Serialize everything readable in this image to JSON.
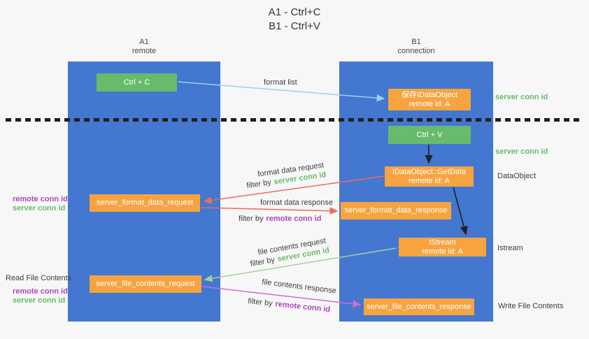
{
  "title": {
    "line1": "A1 - Ctrl+C",
    "line2": "B1 - Ctrl+V"
  },
  "lanes": {
    "a1": {
      "name": "A1",
      "sub": "remote"
    },
    "b1": {
      "name": "B1",
      "sub": "connection"
    }
  },
  "nodes": {
    "ctrl_c": {
      "label": "Ctrl + C"
    },
    "ctrl_v": {
      "label": "Ctrl + V"
    },
    "save_obj": {
      "line1": "保存IDataObject",
      "line2": "remote id: A"
    },
    "getdata": {
      "line1": "IDataObject::GetData",
      "line2": "remote id: A"
    },
    "istream": {
      "line1": "IStream",
      "line2": "remote id: A"
    },
    "format_request": {
      "label": "server_format_data_request"
    },
    "format_response": {
      "label": "server_format_data_response"
    },
    "file_request": {
      "label": "server_file_contents_request"
    },
    "file_response": {
      "label": "server_file_contents_response"
    }
  },
  "edge_labels": {
    "format_list": "format list",
    "format_data_request": "format data request",
    "format_data_response": "format data response",
    "file_contents_request": "file contents request",
    "file_contents_response": "file contents response",
    "filter_by": "filter by",
    "server_conn_id": "server conn id",
    "remote_conn_id": "remote conn id"
  },
  "side_labels": {
    "server_conn_id": "server conn id",
    "remote_conn_id": "remote conn id",
    "dataobject": "DataObject",
    "istream": "Istream",
    "read_file_contents": "Read File Contents",
    "write_file_contents": "Write File Contents"
  },
  "colors": {
    "lane_blue": "#4377d0",
    "node_orange": "#f7a440",
    "node_green": "#67bb6a",
    "green_text": "#67bb6a",
    "purple_text": "#ab47bc",
    "arrow_red": "#ee6a5a",
    "arrow_light_blue": "#9ad3ec",
    "arrow_light_green": "#a6ce9c",
    "arrow_magenta": "#d06bd0",
    "arrow_black": "#222222"
  }
}
